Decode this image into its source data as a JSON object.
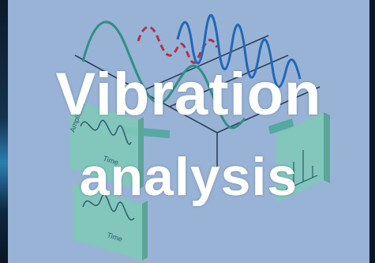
{
  "headline": {
    "line1": "Vibration",
    "line2": "analysis"
  },
  "illustration": {
    "panel_left_top_labels": [
      "Amplitude",
      "Time"
    ],
    "panel_left_bottom_labels": [
      "Time"
    ]
  },
  "colors": {
    "background": "#99b3d6",
    "headline": "#ffffff",
    "wave_blue": "#1f68b8",
    "wave_red_dashed": "#b0324b",
    "wave_teal": "#2f8f86",
    "panel_green": "#7fc8b9"
  }
}
